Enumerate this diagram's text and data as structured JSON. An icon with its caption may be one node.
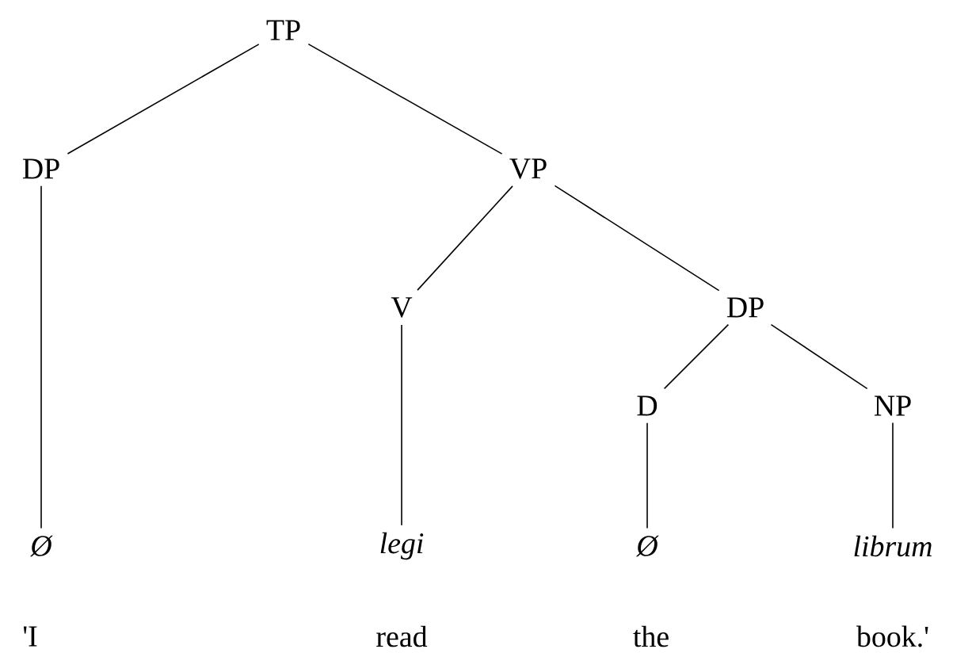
{
  "diagram": {
    "nodes": [
      {
        "text": [
          "TP"
        ]
      },
      {
        "text": [
          "DP"
        ]
      },
      {
        "text": [
          "VP"
        ]
      },
      {
        "text": [
          "V"
        ]
      },
      {
        "text": [
          "DP"
        ]
      },
      {
        "text": [
          "D"
        ]
      },
      {
        "text": [
          "NP"
        ]
      },
      {
        "text": [
          "Ø"
        ]
      },
      {
        "text": [
          "legi"
        ]
      },
      {
        "text": [
          "Ø"
        ]
      },
      {
        "text": [
          "librum"
        ]
      }
    ],
    "edges": [
      {
        "from": 0,
        "to": 1,
        "arrow": "none"
      },
      {
        "from": 0,
        "to": 2,
        "arrow": "none"
      },
      {
        "from": 1,
        "to": 7,
        "arrow": "none"
      },
      {
        "from": 2,
        "to": 3,
        "arrow": "none"
      },
      {
        "from": 2,
        "to": 4,
        "arrow": "none"
      },
      {
        "from": 3,
        "to": 8,
        "arrow": "none"
      },
      {
        "from": 4,
        "to": 5,
        "arrow": "none"
      },
      {
        "from": 4,
        "to": 6,
        "arrow": "none"
      },
      {
        "from": 5,
        "to": 9,
        "arrow": "none"
      },
      {
        "from": 6,
        "to": 10,
        "arrow": "none"
      }
    ],
    "labels": [
      "'I",
      "read",
      "the",
      "book.'"
    ]
  }
}
